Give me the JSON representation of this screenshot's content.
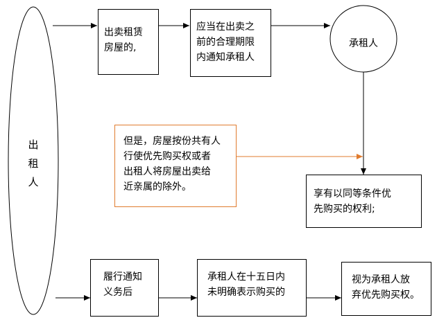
{
  "diagram": {
    "landlord": {
      "chars": [
        "出",
        "租",
        "人"
      ]
    },
    "tenant": {
      "label": "承租人"
    },
    "top_row": {
      "box1": [
        "出卖租赁",
        "房屋的,"
      ],
      "box2": [
        "应当在出卖之",
        "前的合理期限",
        "内通知承租人"
      ]
    },
    "exception_box": [
      "但是，房屋按份共有人",
      "行使优先购买权或者",
      "出租人将房屋出卖给",
      "近亲属的除外。"
    ],
    "right_box": [
      "享有以同等条件优",
      "先购买的权利;"
    ],
    "bottom_row": {
      "box1": [
        "履行通知",
        "义务后"
      ],
      "box2": [
        "承租人在十五日内",
        "未明确表示购买的"
      ],
      "box3": [
        "视为承租人放",
        "弃优先购买权。"
      ]
    },
    "colors": {
      "line": "#000000",
      "exception_arrow": "#e07b2e",
      "exception_border": "#e07b2e"
    }
  }
}
